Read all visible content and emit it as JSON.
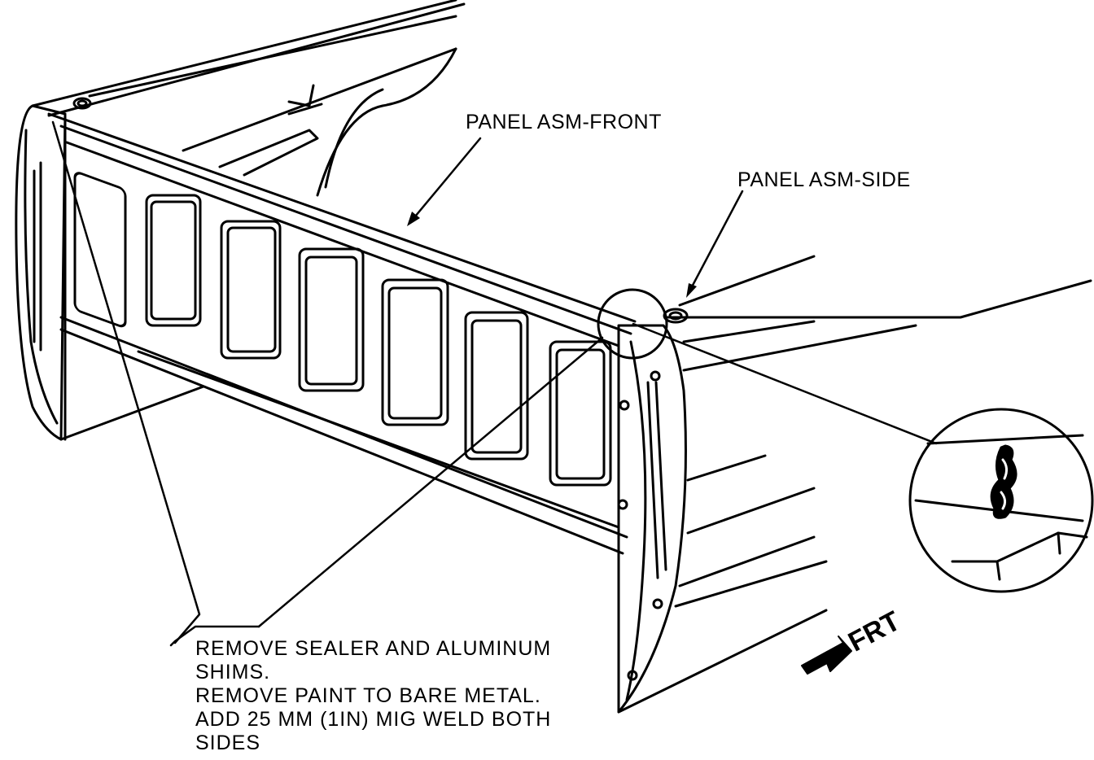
{
  "labels": {
    "panel_front": "PANEL ASM-FRONT",
    "panel_side": "PANEL ASM-SIDE",
    "direction": "FRT"
  },
  "note": {
    "lines": [
      "REMOVE SEALER AND ALUMINUM",
      "SHIMS.",
      "REMOVE PAINT TO BARE METAL.",
      "ADD 25 MM (1IN) MIG WELD BOTH",
      "SIDES"
    ]
  },
  "colors": {
    "ink": "#000000",
    "paper": "#ffffff"
  }
}
